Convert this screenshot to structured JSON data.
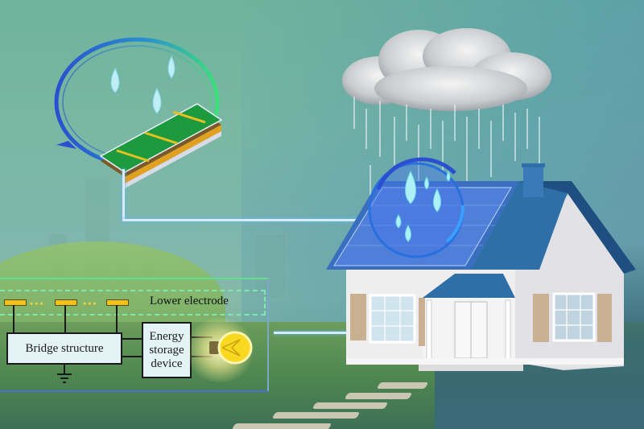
{
  "scene": {
    "title": "Raindrop energy harvesting on a house roof solar panel",
    "elements": {
      "cloud": "rain-cloud",
      "device": "triboelectric-panel-device",
      "house": "house-with-solar-roof",
      "bulb": "light-bulb"
    }
  },
  "circuit": {
    "lower_electrode_label": "Lower electrode",
    "bridge_label": "Bridge structure",
    "storage_label_line1": "Energy",
    "storage_label_line2": "storage",
    "storage_label_line3": "device",
    "electrode_count_visible": 3,
    "ellipsis": "•••"
  },
  "colors": {
    "electrode": "#f2c21a",
    "box_fill": "#e4f4f6",
    "roof": "#2f6fa8",
    "device_green": "#1e9a3e",
    "ring_blue": "#2a5fd0",
    "ring_green": "#3be07a",
    "connector_line": "#cfe8ff"
  }
}
